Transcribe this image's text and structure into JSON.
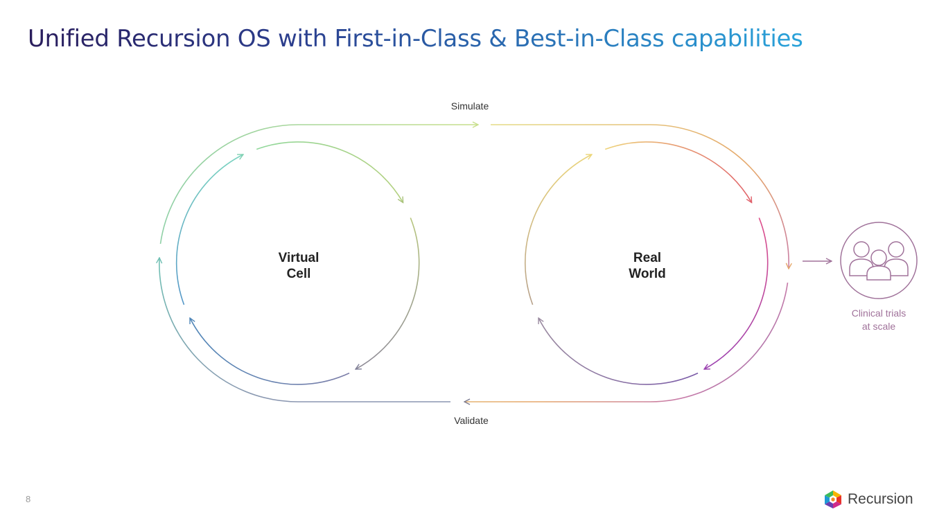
{
  "title": "Unified Recursion OS with First-in-Class & Best-in-Class capabilities",
  "diagram": {
    "top_label": "Simulate",
    "bottom_label": "Validate",
    "left_circle": {
      "line1": "Virtual",
      "line2": "Cell"
    },
    "right_circle": {
      "line1": "Real",
      "line2": "World"
    },
    "outcome": {
      "line1": "Clinical trials",
      "line2": "at scale",
      "icon": "people-group-icon"
    }
  },
  "footer": {
    "page_number": "8",
    "brand": "Recursion"
  },
  "colors": {
    "title_start": "#2a1d5c",
    "title_end": "#2aa3da",
    "outcome": "#a0729a"
  }
}
